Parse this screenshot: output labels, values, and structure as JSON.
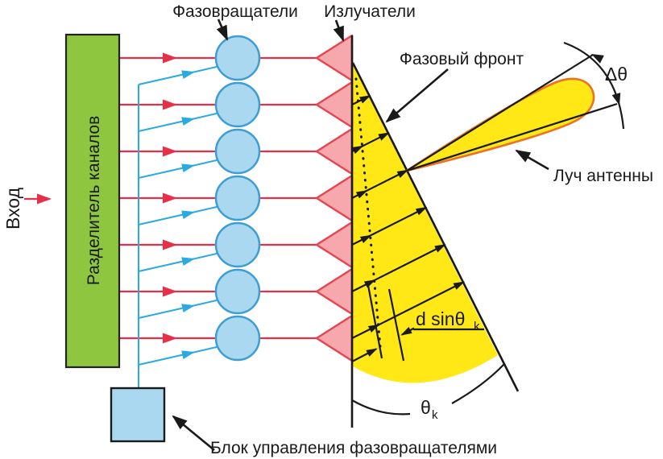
{
  "labels": {
    "phase_shifters": "Фазовращатели",
    "radiators": "Излучатели",
    "phase_front": "Фазовый фронт",
    "delta_theta": "Δθ",
    "antenna_beam": "Луч антенны",
    "input": "Вход",
    "channel_splitter": "Разделитель каналов",
    "path_difference": "d sinθ",
    "path_difference_sub": "k",
    "steering_angle": "θ",
    "steering_angle_sub": "k",
    "control_unit": "Блок управления фазовращателями"
  },
  "structure": {
    "phase_shifter_count": 7,
    "radiator_count": 7
  },
  "colors": {
    "green": "#8FC640",
    "green-border": "#222222",
    "light-blue": "#A9D8F0",
    "circle-border": "#3E9ED4",
    "blue": "#2BAAE2",
    "red": "#E53148",
    "pink": "#F7A8AC",
    "pink-border": "#E5454E",
    "yellow": "#FFE816",
    "beam-outline": "#EE7123",
    "ink": "#1A1A1A"
  }
}
